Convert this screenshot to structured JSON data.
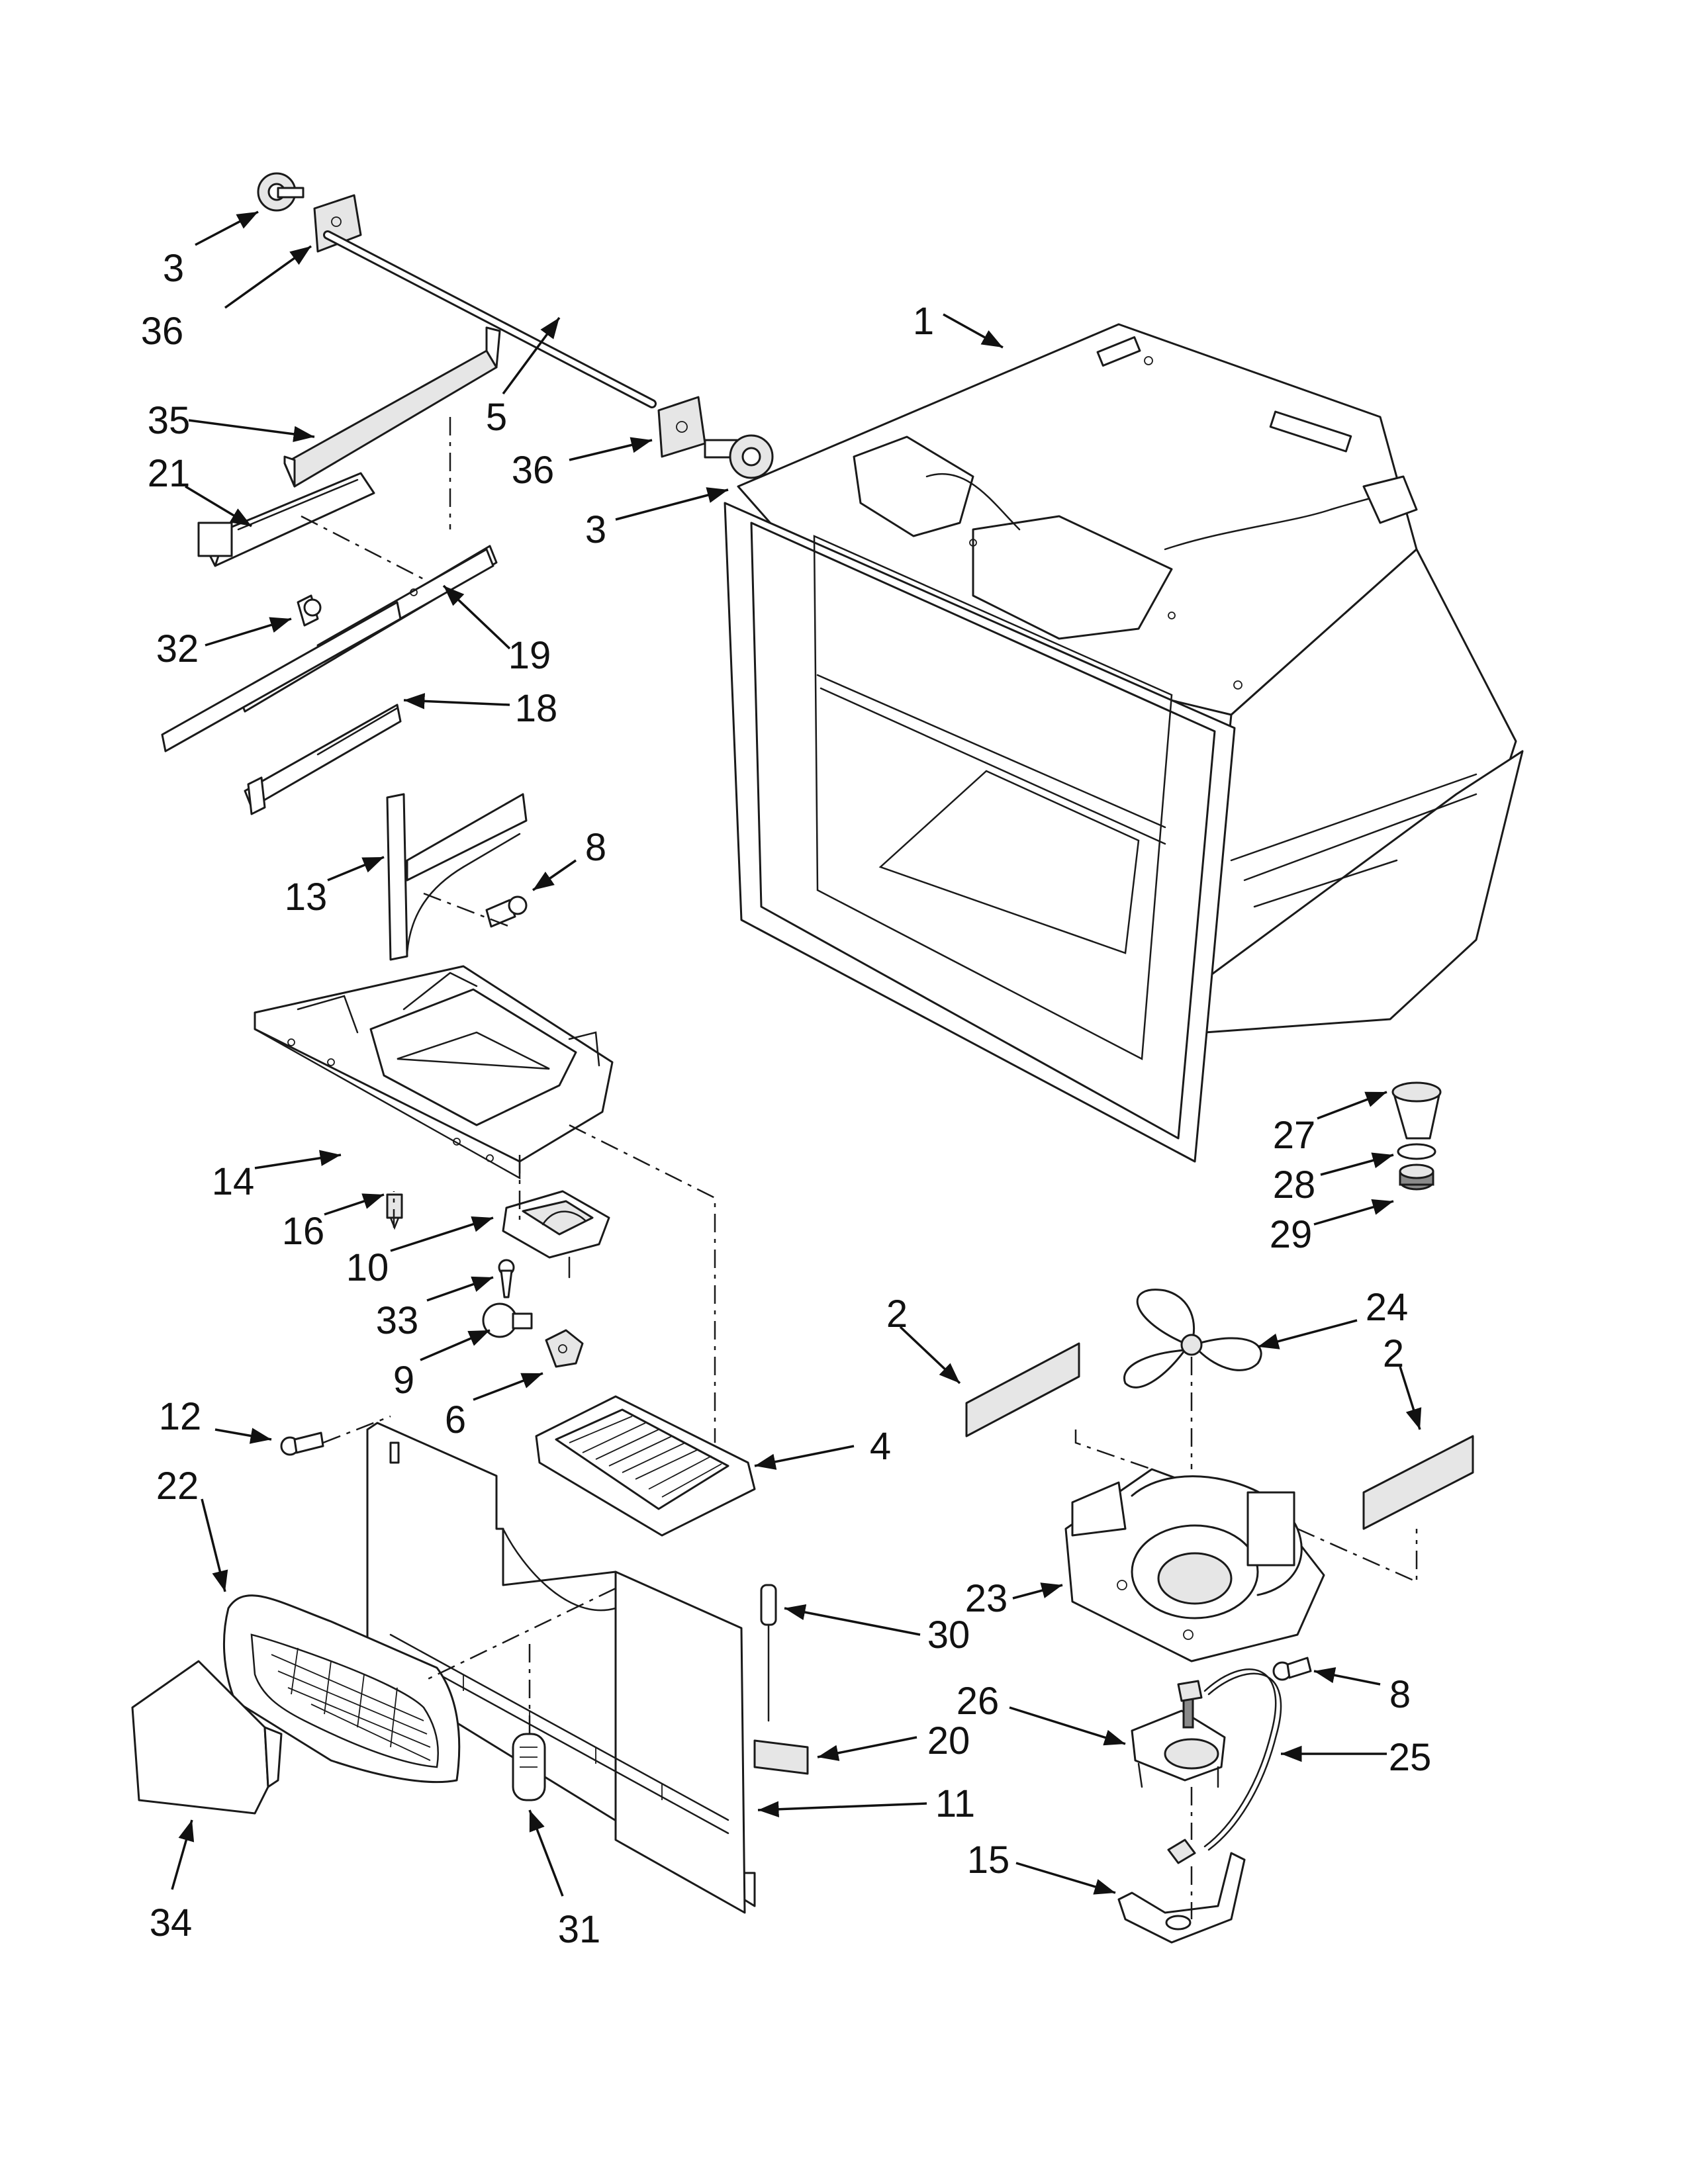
{
  "callouts": [
    {
      "id": "3a",
      "text": "3"
    },
    {
      "id": "36a",
      "text": "36"
    },
    {
      "id": "1",
      "text": "1"
    },
    {
      "id": "5",
      "text": "5"
    },
    {
      "id": "35",
      "text": "35"
    },
    {
      "id": "36b",
      "text": "36"
    },
    {
      "id": "21",
      "text": "21"
    },
    {
      "id": "3b",
      "text": "3"
    },
    {
      "id": "32",
      "text": "32"
    },
    {
      "id": "19",
      "text": "19"
    },
    {
      "id": "18",
      "text": "18"
    },
    {
      "id": "8a",
      "text": "8"
    },
    {
      "id": "13",
      "text": "13"
    },
    {
      "id": "27",
      "text": "27"
    },
    {
      "id": "14",
      "text": "14"
    },
    {
      "id": "28",
      "text": "28"
    },
    {
      "id": "16",
      "text": "16"
    },
    {
      "id": "29",
      "text": "29"
    },
    {
      "id": "10",
      "text": "10"
    },
    {
      "id": "33",
      "text": "33"
    },
    {
      "id": "2a",
      "text": "2"
    },
    {
      "id": "24",
      "text": "24"
    },
    {
      "id": "2b",
      "text": "2"
    },
    {
      "id": "9",
      "text": "9"
    },
    {
      "id": "6",
      "text": "6"
    },
    {
      "id": "12",
      "text": "12"
    },
    {
      "id": "4",
      "text": "4"
    },
    {
      "id": "22",
      "text": "22"
    },
    {
      "id": "23",
      "text": "23"
    },
    {
      "id": "30",
      "text": "30"
    },
    {
      "id": "8b",
      "text": "8"
    },
    {
      "id": "26",
      "text": "26"
    },
    {
      "id": "20",
      "text": "20"
    },
    {
      "id": "25",
      "text": "25"
    },
    {
      "id": "11",
      "text": "11"
    },
    {
      "id": "15",
      "text": "15"
    },
    {
      "id": "34",
      "text": "34"
    },
    {
      "id": "31",
      "text": "31"
    }
  ]
}
